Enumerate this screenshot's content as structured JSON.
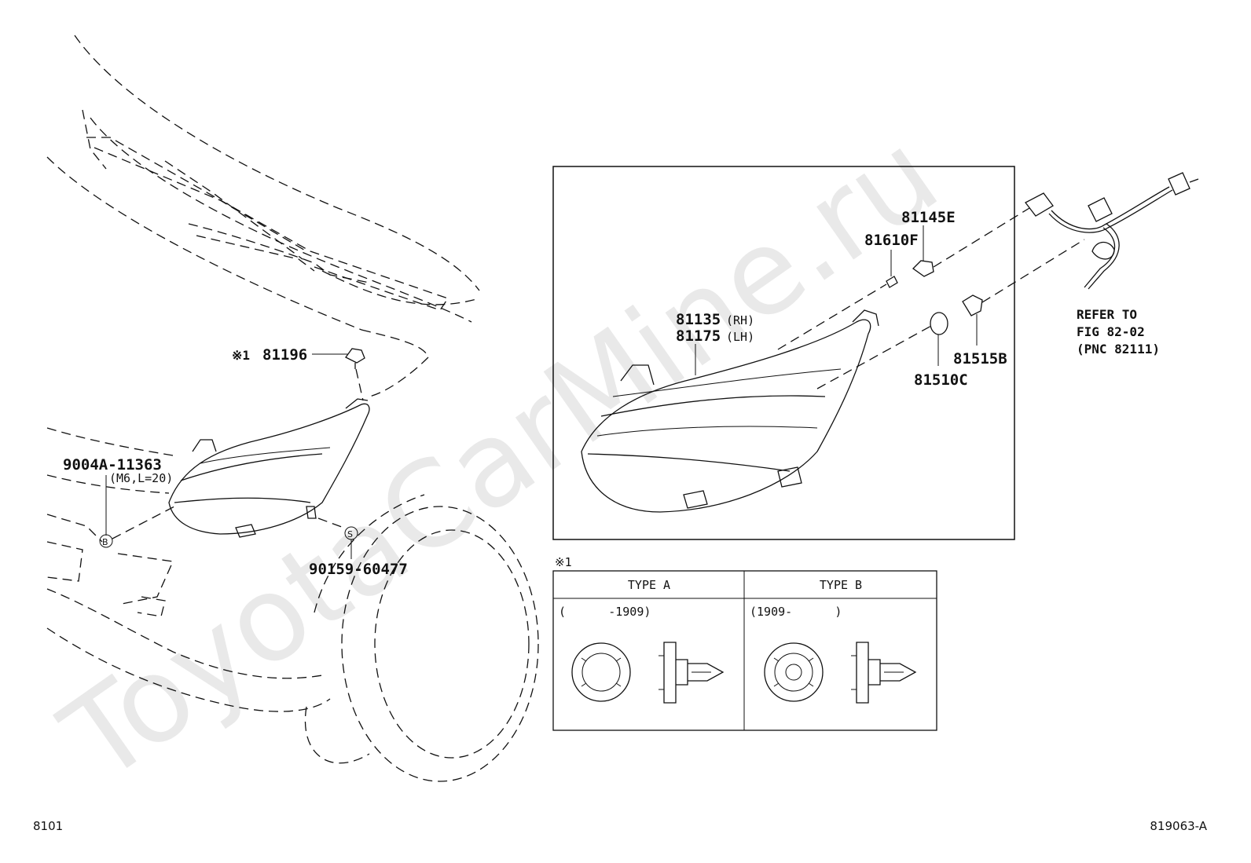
{
  "watermark": "ToyotaCarMine.ru",
  "callouts": {
    "clip_marker": "※1",
    "clip": "81196",
    "bolt": "9004A-11363",
    "bolt_spec": "(M6,L=20)",
    "bolt_ref": "B",
    "screw": "90159-60477",
    "screw_ref": "S"
  },
  "detail": {
    "housing_rh": "81135",
    "housing_rh_side": "(RH)",
    "housing_lh": "81175",
    "housing_lh_side": "(LH)",
    "socket_small": "81145E",
    "bulb_small": "81610F",
    "socket_large": "81515B",
    "bulb_large": "81510C"
  },
  "refer": {
    "line1": "REFER TO",
    "line2": "FIG 82-02",
    "line3": "(PNC 82111)"
  },
  "clip_table": {
    "marker": "※1",
    "columns": [
      {
        "type": "TYPE A",
        "range": "(      -1909)"
      },
      {
        "type": "TYPE B",
        "range": "(1909-      )"
      }
    ]
  },
  "footer": {
    "left": "8101",
    "right": "819063-A"
  }
}
